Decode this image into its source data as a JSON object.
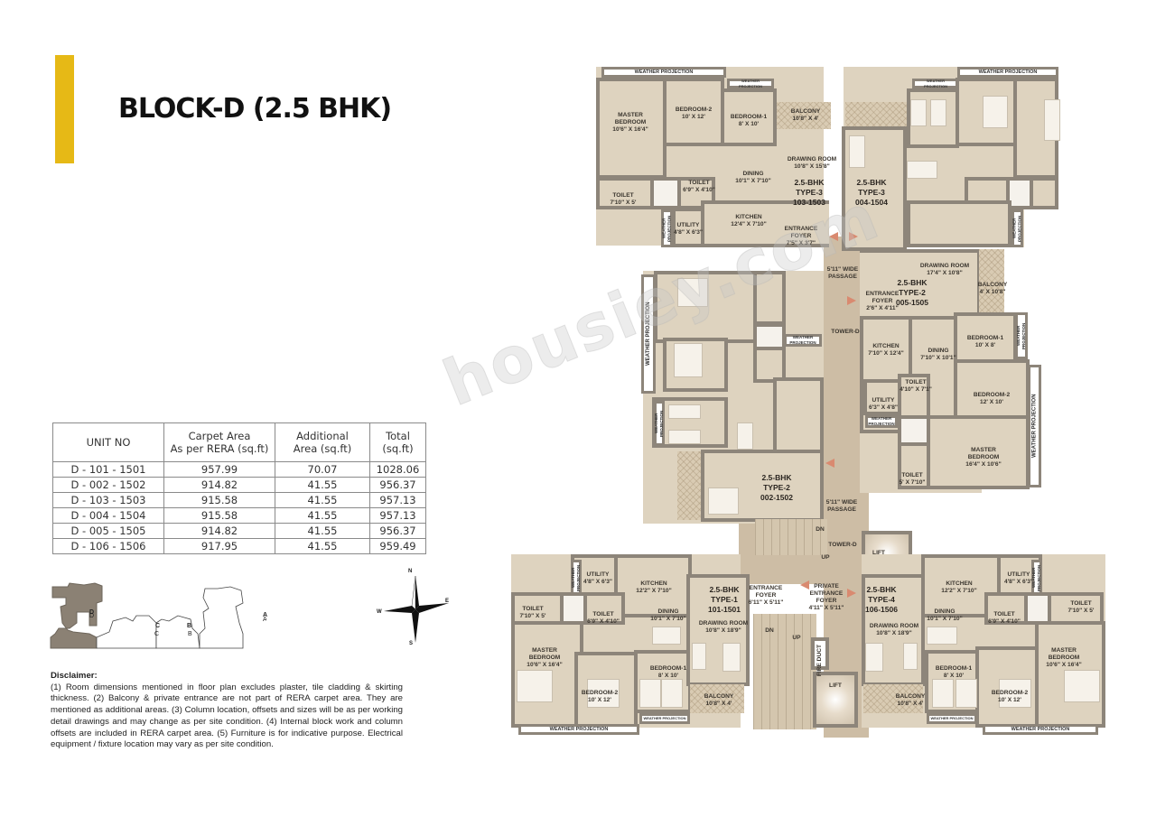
{
  "header": {
    "title": "BLOCK-D (2.5 BHK)",
    "accent_color": "#e6b916"
  },
  "area_table": {
    "columns": [
      "UNIT NO",
      "Carpet Area\nAs per RERA (sq.ft)",
      "Additional\nArea (sq.ft)",
      "Total (sq.ft)"
    ],
    "rows": [
      [
        "D - 101 - 1501",
        "957.99",
        "70.07",
        "1028.06"
      ],
      [
        "D - 002 - 1502",
        "914.82",
        "41.55",
        "956.37"
      ],
      [
        "D - 103 - 1503",
        "915.58",
        "41.55",
        "957.13"
      ],
      [
        "D - 004 - 1504",
        "915.58",
        "41.55",
        "957.13"
      ],
      [
        "D - 005 - 1505",
        "914.82",
        "41.55",
        "956.37"
      ],
      [
        "D - 106 - 1506",
        "917.95",
        "41.55",
        "959.49"
      ]
    ]
  },
  "key_plan": {
    "blocks": [
      "D",
      "C",
      "B",
      "A"
    ],
    "highlighted": "D",
    "highlight_color": "#8b8174"
  },
  "compass": {
    "n": "N",
    "s": "S",
    "e": "E",
    "w": "W"
  },
  "disclaimer": {
    "title": "Disclaimer:",
    "text": "(1) Room dimensions mentioned in floor plan excludes plaster, tile cladding & skirting thickness. (2)  Balcony & private entrance are not part of RERA carpet area. They are mentioned as additional areas. (3) Column location, offsets and sizes will be as per working detail drawings and may change as per site condition. (4)  Internal block work and column offsets are included in RERA carpet area. (5) Furniture is for indicative purpose. Electrical equipment / fixture location may vary as per site condition."
  },
  "watermark": "housiey.com",
  "floor_plan": {
    "tower_label": "TOWER-D",
    "passage_label": "5'11\" WIDE\nPASSAGE",
    "weather_projection": "WEATHER PROJECTION",
    "weather_projection_small": "WEATHER\nPROJECTION",
    "lift": "LIFT",
    "fire_duct": "FIRE DUCT",
    "dn": "DN",
    "up": "UP",
    "private_entrance": "PRIVATE\nENTRANCE\nFOYER\n4'11\" X 5'11\"",
    "units": {
      "u103": {
        "name": "2.5-BHK\nTYPE-3\n103-1503",
        "master_bedroom": "MASTER\nBEDROOM\n10'6\" X 16'4\"",
        "bedroom2": "BEDROOM-2\n10' X 12'",
        "bedroom1": "BEDROOM-1\n8' X 10'",
        "balcony": "BALCONY\n10'8\" X 4'",
        "drawing_room": "DRAWING ROOM\n10'8\" X 15'8\"",
        "dining": "DINING\n10'1\" X 7'10\"",
        "toilet_a": "TOILET\n6'9\" X 4'10\"",
        "toilet_b": "TOILET\n7'10\" X 5'",
        "utility": "UTILITY\n4'8\" X 6'3\"",
        "kitchen": "KITCHEN\n12'4\" X 7'10\"",
        "foyer": "ENTRANCE\nFOYER\n7'5\" X 3'7\""
      },
      "u004": {
        "name": "2.5-BHK\nTYPE-3\n004-1504"
      },
      "u005": {
        "name": "2.5-BHK\nTYPE-2\n005-1505",
        "drawing_room": "DRAWING ROOM\n17'4\" X 10'8\"",
        "balcony": "BALCONY\n4' X 10'8\"",
        "foyer": "ENTRANCE\nFOYER\n2'6\" X 4'11\"",
        "kitchen": "KITCHEN\n7'10\" X 12'4\"",
        "dining": "DINING\n7'10\" X 10'1\"",
        "bedroom1": "BEDROOM-1\n10' X 8'",
        "bedroom2": "BEDROOM-2\n12' X 10'",
        "toilet_a": "TOILET\n4'10\" X 7'1\"",
        "utility": "UTILITY\n6'3\" X 4'8\"",
        "master_bedroom": "MASTER\nBEDROOM\n16'4\" X 10'6\"",
        "toilet_b": "TOILET\n5' X 7'10\""
      },
      "u002": {
        "name": "2.5-BHK\nTYPE-2\n002-1502"
      },
      "u101": {
        "name": "2.5-BHK\nTYPE-1\n101-1501",
        "utility": "UTILITY\n4'8\" X 6'3\"",
        "kitchen": "KITCHEN\n12'2\" X 7'10\"",
        "toilet_b": "TOILET\n7'10\" X 5'",
        "toilet_a": "TOILET\n6'9\" X 4'10\"",
        "dining": "DINING\n10'1\" X 7'10\"",
        "drawing_room": "DRAWING ROOM\n10'8\" X 18'9\"",
        "master_bedroom": "MASTER\nBEDROOM\n10'6\" X 16'4\"",
        "bedroom1": "BEDROOM-1\n8' X 10'",
        "bedroom2": "BEDROOM-2\n10' X 12'",
        "balcony": "BALCONY\n10'8\" X 4'",
        "foyer": "ENTRANCE\nFOYER\n6'11\" X 5'11\""
      },
      "u106": {
        "name": "2.5-BHK\nTYPE-4\n106-1506",
        "drawing_room": "DRAWING ROOM\n10'8\" X 18'9\"",
        "kitchen": "KITCHEN\n12'2\" X 7'10\"",
        "utility": "UTILITY\n4'8\" X 6'3\"",
        "dining": "DINING\n10'1\" X 7'10\"",
        "toilet_a": "TOILET\n6'9\" X 4'10\"",
        "toilet_b": "TOILET\n7'10\" X 5'",
        "master_bedroom": "MASTER\nBEDROOM\n10'6\" X 16'4\"",
        "bedroom1": "BEDROOM-1\n8' X 10'",
        "bedroom2": "BEDROOM-2\n10' X 12'",
        "balcony": "BALCONY\n10'8\" X 4'"
      }
    }
  }
}
